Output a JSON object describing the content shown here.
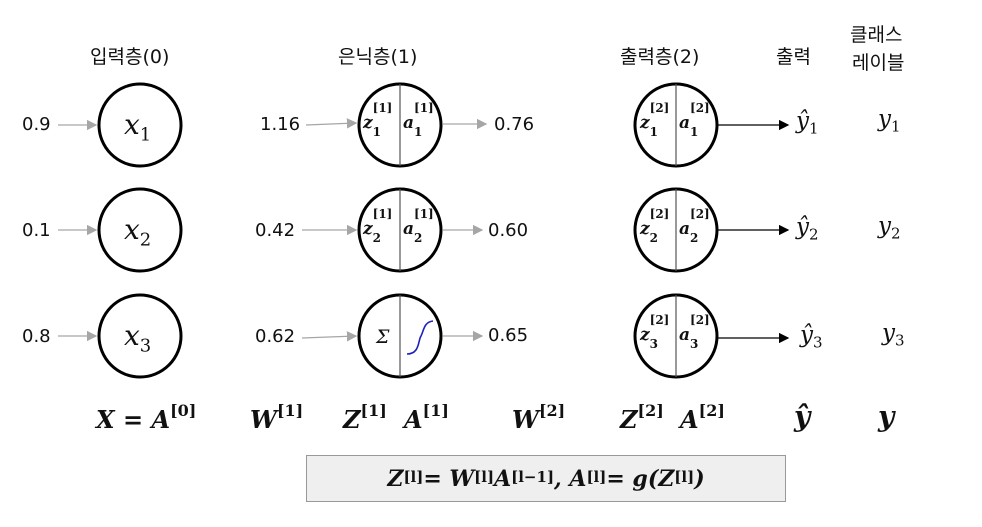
{
  "headers": {
    "input": "입력층(0)",
    "hidden": "은닉층(1)",
    "output": "출력층(2)",
    "out": "출력",
    "class_line1": "클래스",
    "class_line2": "레이블"
  },
  "inputs": [
    "0.9",
    "0.1",
    "0.8"
  ],
  "hidden_in": [
    "1.16",
    "0.42",
    "0.62"
  ],
  "hidden_out": [
    "0.76",
    "0.60",
    "0.65"
  ],
  "input_nodes": [
    {
      "sym": "x",
      "sub": "1"
    },
    {
      "sym": "x",
      "sub": "2"
    },
    {
      "sym": "x",
      "sub": "3"
    }
  ],
  "hidden_nodes": [
    {
      "z": "z",
      "zsup": "[1]",
      "zsub": "1",
      "a": "a",
      "asup": "[1]",
      "asub": "1"
    },
    {
      "z": "z",
      "zsup": "[1]",
      "zsub": "2",
      "a": "a",
      "asup": "[1]",
      "asub": "2"
    },
    {
      "sigma": "Σ"
    }
  ],
  "output_nodes": [
    {
      "z": "z",
      "zsup": "[2]",
      "zsub": "1",
      "a": "a",
      "asup": "[2]",
      "asub": "1"
    },
    {
      "z": "z",
      "zsup": "[2]",
      "zsub": "2",
      "a": "a",
      "asup": "[2]",
      "asub": "2"
    },
    {
      "z": "z",
      "zsup": "[2]",
      "zsub": "3",
      "a": "a",
      "asup": "[2]",
      "asub": "3"
    }
  ],
  "predictions": [
    {
      "sym": "ŷ",
      "sub": "1"
    },
    {
      "sym": "ŷ",
      "sub": "2"
    },
    {
      "sym": "ŷ",
      "sub": "3"
    }
  ],
  "labels": [
    {
      "sym": "y",
      "sub": "1"
    },
    {
      "sym": "y",
      "sub": "2"
    },
    {
      "sym": "y",
      "sub": "3"
    }
  ],
  "bottom": {
    "x": "X = A",
    "x_sup": "[0]",
    "w1": "W",
    "w1_sup": "[1]",
    "z1": "Z",
    "z1_sup": "[1]",
    "a1": "A",
    "a1_sup": "[1]",
    "w2": "W",
    "w2_sup": "[2]",
    "z2": "Z",
    "z2_sup": "[2]",
    "a2": "A",
    "a2_sup": "[2]",
    "yhat": "ŷ",
    "y": "y"
  },
  "formula": {
    "p1": "Z",
    "s1": "[l]",
    "p2": " = W",
    "s2": "[l]",
    "p3": "A",
    "s3": "[l−1]",
    "p4": ", A",
    "s4": "[l]",
    "p5": " = g(Z",
    "s5": "[l]",
    "p6": ")"
  },
  "colors": {
    "node_stroke": "#000000",
    "arrow_gray": "#a6a6a6",
    "sigmoid": "#1f1fbf",
    "formula_bg": "#efefef"
  }
}
